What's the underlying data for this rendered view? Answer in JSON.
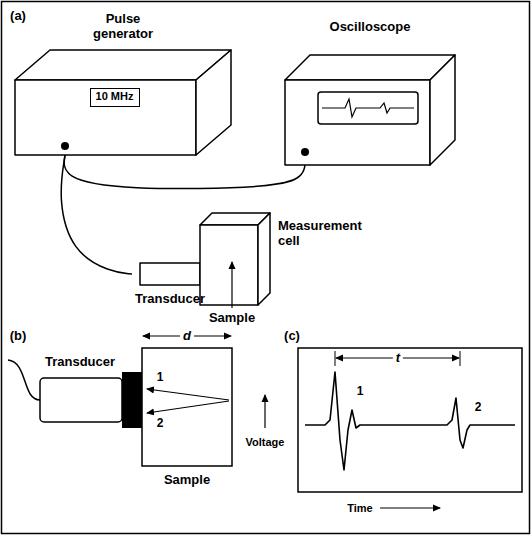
{
  "diagram": {
    "nodes": [
      {
        "text": [
          "Pulse generator"
        ]
      },
      {
        "text": [
          "10 MHz"
        ],
        "in": 0
      },
      {
        "text": [
          "Oscilloscope"
        ]
      },
      {
        "text": [
          "Transducer"
        ]
      },
      {
        "text": [
          "Measurement cell"
        ]
      }
    ],
    "edges": [
      {
        "from": 0,
        "to": 2,
        "arrow": "none"
      },
      {
        "from": 0,
        "to": 3,
        "arrow": "none"
      }
    ],
    "labels": [
      "(a)",
      "Sample",
      "(b)",
      "d",
      "Transducer",
      "1",
      "2",
      "Sample",
      "(c)",
      "t",
      "1",
      "2",
      "Voltage",
      "Time"
    ]
  }
}
